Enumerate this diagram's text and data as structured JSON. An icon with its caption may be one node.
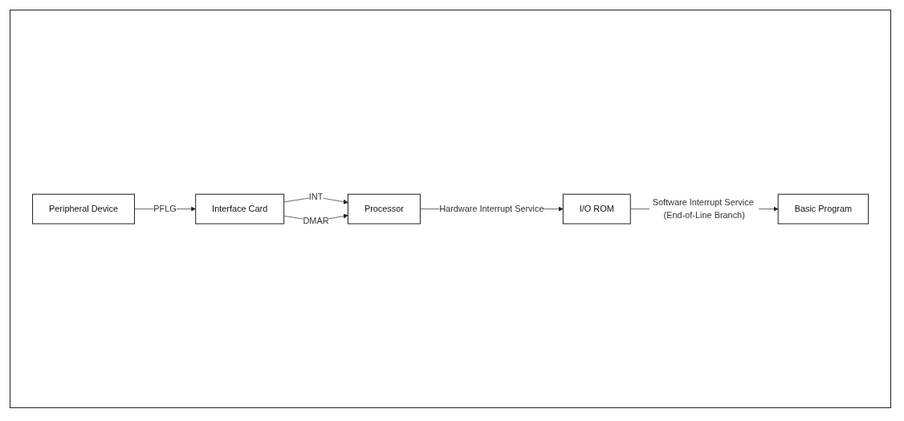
{
  "diagram": {
    "nodes": [
      {
        "text": [
          "Peripheral Device"
        ]
      },
      {
        "text": [
          "Interface Card"
        ]
      },
      {
        "text": [
          "Processor"
        ]
      },
      {
        "text": [
          "I/O ROM"
        ]
      },
      {
        "text": [
          "Basic Program"
        ]
      }
    ],
    "edges": [
      {
        "from": 0,
        "to": 1,
        "arrow": "to",
        "label": "PFLG"
      },
      {
        "from": 1,
        "to": 2,
        "arrow": "to",
        "label": "INT"
      },
      {
        "from": 1,
        "to": 2,
        "arrow": "to",
        "label": "DMAR"
      },
      {
        "from": 2,
        "to": 3,
        "arrow": "to",
        "label": "Hardware Interrupt Service"
      },
      {
        "from": 3,
        "to": 4,
        "arrow": "to",
        "label": "Software Interrupt Service (End-of-Line Branch)"
      }
    ]
  }
}
